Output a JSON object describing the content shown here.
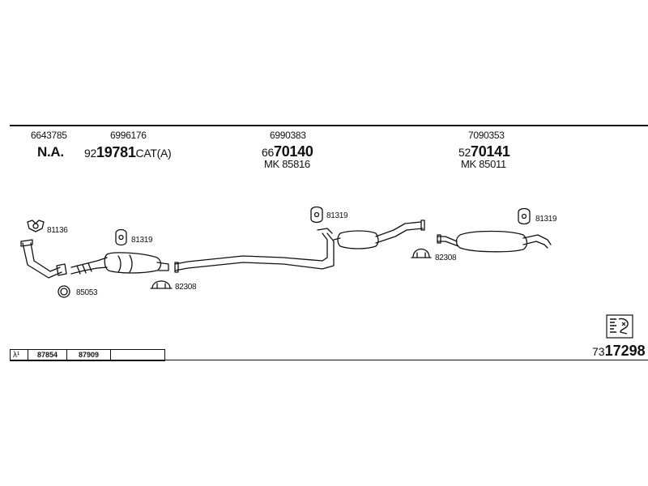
{
  "header": {
    "col1": {
      "ref": "6643785",
      "model": "N.A."
    },
    "col2": {
      "ref": "6996176",
      "prefix": "92",
      "code": "19781",
      "suffix": "CAT(A)"
    },
    "col3": {
      "ref": "6990383",
      "prefix": "66",
      "code": "70140",
      "kit": "MK 85816"
    },
    "col4": {
      "ref": "7090353",
      "prefix": "52",
      "code": "70141",
      "kit": "MK 85011"
    }
  },
  "parts": {
    "gasket_top": "81136",
    "ring_lower": "85053",
    "hanger_cat": "81319",
    "clamp_front": "82308",
    "hanger_mid": "81319",
    "clamp_mid": "82308",
    "hanger_rear": "81319"
  },
  "table": {
    "symbol": "λ¹",
    "cells": [
      "87854",
      "87909",
      ""
    ]
  },
  "reference": {
    "prefix": "73",
    "code": "17298"
  },
  "icons": [
    "gasket-icon",
    "ring-icon",
    "hanger-icon",
    "clamp-icon",
    "manual-icon"
  ]
}
